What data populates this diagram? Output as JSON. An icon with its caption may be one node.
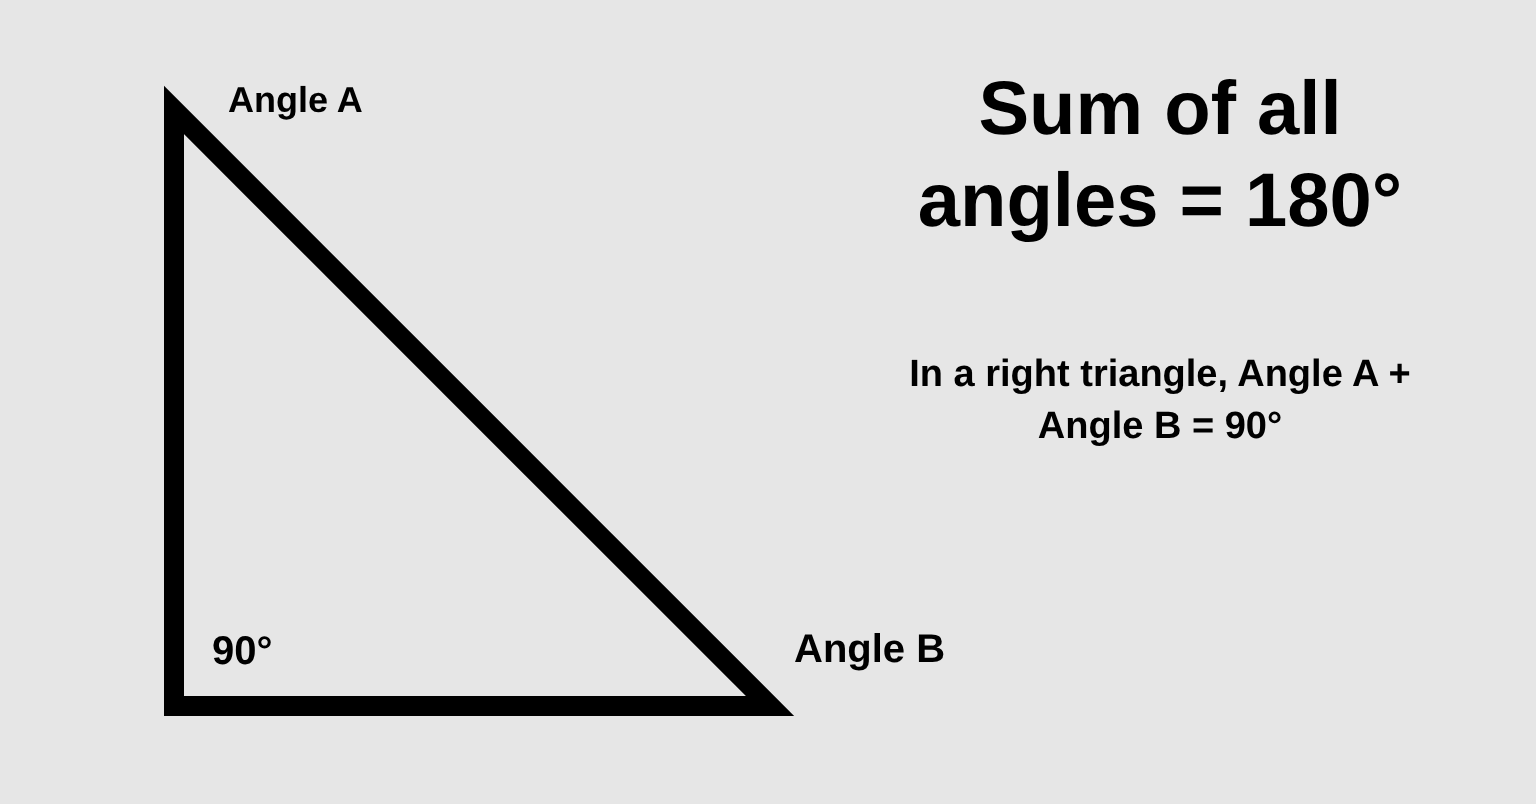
{
  "diagram": {
    "title": "Sum of all angles = 180°",
    "labels": [
      "Angle A",
      "90°",
      "Angle B",
      "In a right triangle, Angle A + Angle B = 90°"
    ]
  }
}
